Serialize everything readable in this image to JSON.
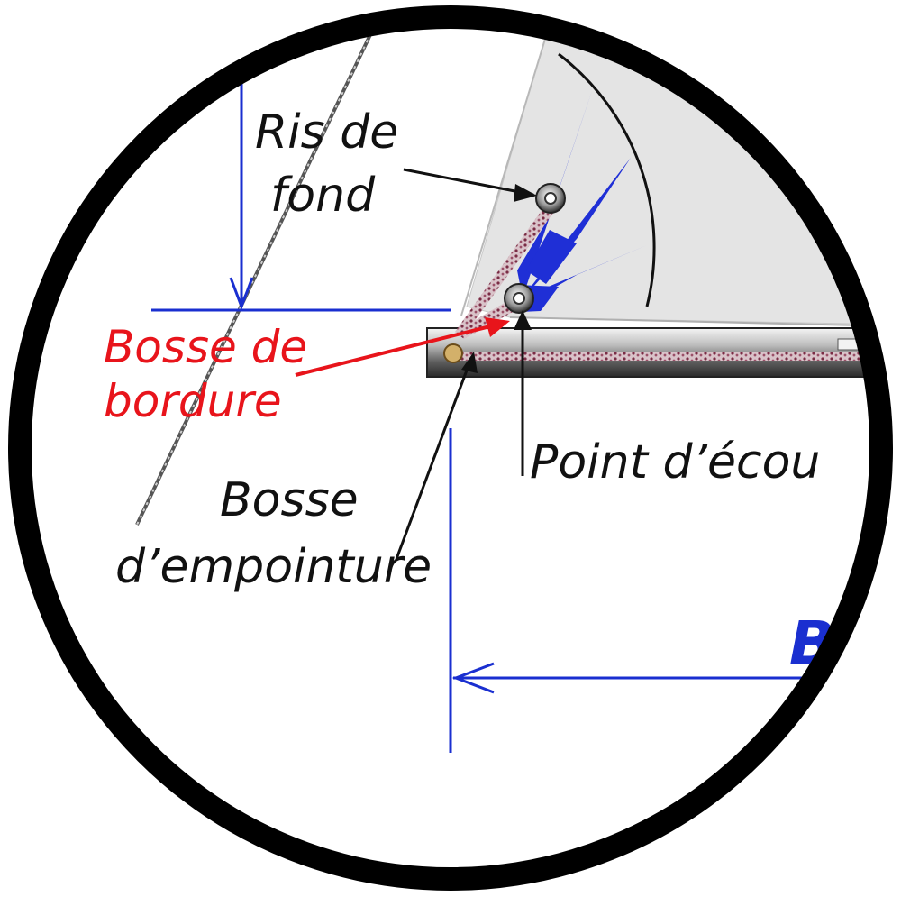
{
  "labels": {
    "ris_de_fond_line1": "Ris de",
    "ris_de_fond_line2": "fond",
    "bosse_de_bordure_line1": "Bosse de",
    "bosse_de_bordure_line2": "bordure",
    "point_ecoute": "Point d’écou",
    "bosse_empointure_line1": "Bosse",
    "bosse_empointure_line2": "d’empointure",
    "dimension_letter": "B"
  },
  "colors": {
    "frame": "#000000",
    "dimension_lines": "#1a2fd0",
    "sail": "#e4e4e4",
    "reinforcement": "#1f2fd6",
    "highlight_label": "#e8141b",
    "boom": "#6e6e6e",
    "rope": "#8a4a5a"
  }
}
